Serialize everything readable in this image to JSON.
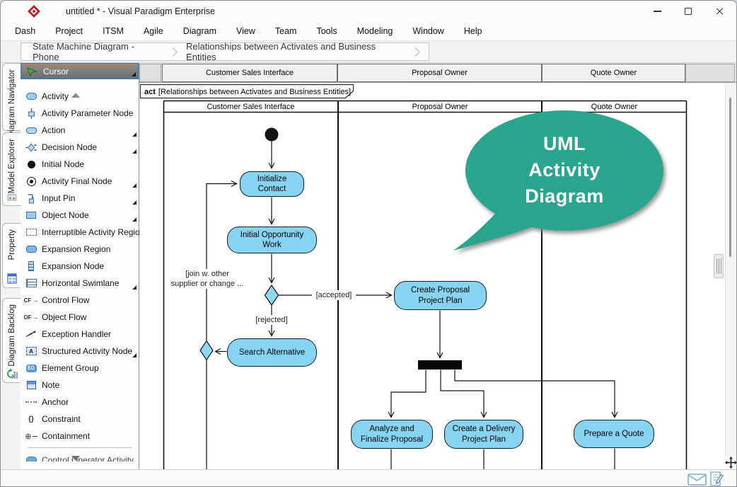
{
  "window": {
    "title": "untitled * - Visual Paradigm Enterprise"
  },
  "menu": {
    "items": [
      "Dash",
      "Project",
      "ITSM",
      "Agile",
      "Diagram",
      "View",
      "Team",
      "Tools",
      "Modeling",
      "Window",
      "Help"
    ]
  },
  "breadcrumb": {
    "items": [
      "State Machine Diagram - Phone",
      "Relationships between Activates and Business Entities"
    ]
  },
  "toolbar": {
    "icons": [
      "robot-assistant-icon",
      "presentation-megaphone-icon",
      "stamper-mode-icon",
      "layout-panel-icon"
    ]
  },
  "side_tabs": {
    "items": [
      "Diagram Navigator",
      "Model Explorer",
      "Property",
      "Diagram Backlog"
    ]
  },
  "palette": {
    "selected": {
      "label": "Cursor"
    },
    "items": [
      {
        "label": "Activity",
        "icon": "activity-icon",
        "submenu": false
      },
      {
        "label": "Activity Parameter Node",
        "icon": "activity-parameter-node-icon",
        "submenu": false
      },
      {
        "label": "Action",
        "icon": "action-icon",
        "submenu": true
      },
      {
        "label": "Decision Node",
        "icon": "decision-node-icon",
        "submenu": true
      },
      {
        "label": "Initial Node",
        "icon": "initial-node-icon",
        "submenu": false
      },
      {
        "label": "Activity Final Node",
        "icon": "activity-final-node-icon",
        "submenu": true
      },
      {
        "label": "Input Pin",
        "icon": "input-pin-icon",
        "submenu": true
      },
      {
        "label": "Object Node",
        "icon": "object-node-icon",
        "submenu": true
      },
      {
        "label": "Interruptible Activity Region",
        "icon": "interruptible-activity-region-icon",
        "submenu": false
      },
      {
        "label": "Expansion Region",
        "icon": "expansion-region-icon",
        "submenu": false
      },
      {
        "label": "Expansion Node",
        "icon": "expansion-node-icon",
        "submenu": false
      },
      {
        "label": "Horizontal Swimlane",
        "icon": "horizontal-swimlane-icon",
        "submenu": true
      },
      {
        "label": "Control Flow",
        "icon": "control-flow-icon",
        "glyph": "CF",
        "submenu": false
      },
      {
        "label": "Object Flow",
        "icon": "object-flow-icon",
        "glyph": "OF",
        "submenu": false
      },
      {
        "label": "Exception Handler",
        "icon": "exception-handler-icon",
        "submenu": false
      },
      {
        "label": "Structured Activity Node",
        "icon": "structured-activity-node-icon",
        "glyph": "A",
        "submenu": true
      },
      {
        "label": "Element Group",
        "icon": "element-group-icon",
        "glyph": "EG",
        "submenu": false
      },
      {
        "label": "Note",
        "icon": "note-icon",
        "submenu": false
      },
      {
        "label": "Anchor",
        "icon": "anchor-icon",
        "submenu": false
      },
      {
        "label": "Constraint",
        "icon": "constraint-icon",
        "glyph": "{}",
        "submenu": false
      },
      {
        "label": "Containment",
        "icon": "containment-icon",
        "glyph": "⊕",
        "submenu": false
      },
      {
        "label": "Control Operator Activity",
        "icon": "control-operator-activity-icon",
        "submenu": false,
        "clipped": true
      }
    ]
  },
  "diagram": {
    "frame": {
      "keyword": "act",
      "title": "[Relationships between Activates and Business Entities]"
    },
    "lanes": [
      "Customer Sales Interface",
      "Proposal Owner",
      "Quote Owner"
    ],
    "nodes": {
      "initialize_contact": "Initialize Contact",
      "initial_opportunity_work": "Initial Opportunity Work",
      "search_alternative": "Search Alternative",
      "create_proposal_project_plan": "Create Proposal Project Plan",
      "analyze_and_finalize_proposal": "Analyze and Finalize Proposal",
      "create_a_delivery_project_plan": "Create a Delivery Project Plan",
      "prepare_a_quote": "Prepare a Quote"
    },
    "edge_labels": {
      "accepted": "[accepted]",
      "rejected": "[rejected]",
      "join_line1": "[join w. other",
      "join_line2": "supplier or change ..."
    },
    "callout": {
      "line1": "UML",
      "line2": "Activity",
      "line3": "Diagram",
      "fill": "#2ca58d"
    }
  },
  "statusbar": {
    "icons": [
      "mail-icon",
      "compose-document-icon"
    ]
  },
  "colors": {
    "action_fill": "#86d3f2",
    "action_border": "#1c1c1c",
    "callout_fill": "#2ca58d",
    "palette_selected_bg": "#7d7d7d",
    "megaphone_box_border": "#57855a"
  }
}
